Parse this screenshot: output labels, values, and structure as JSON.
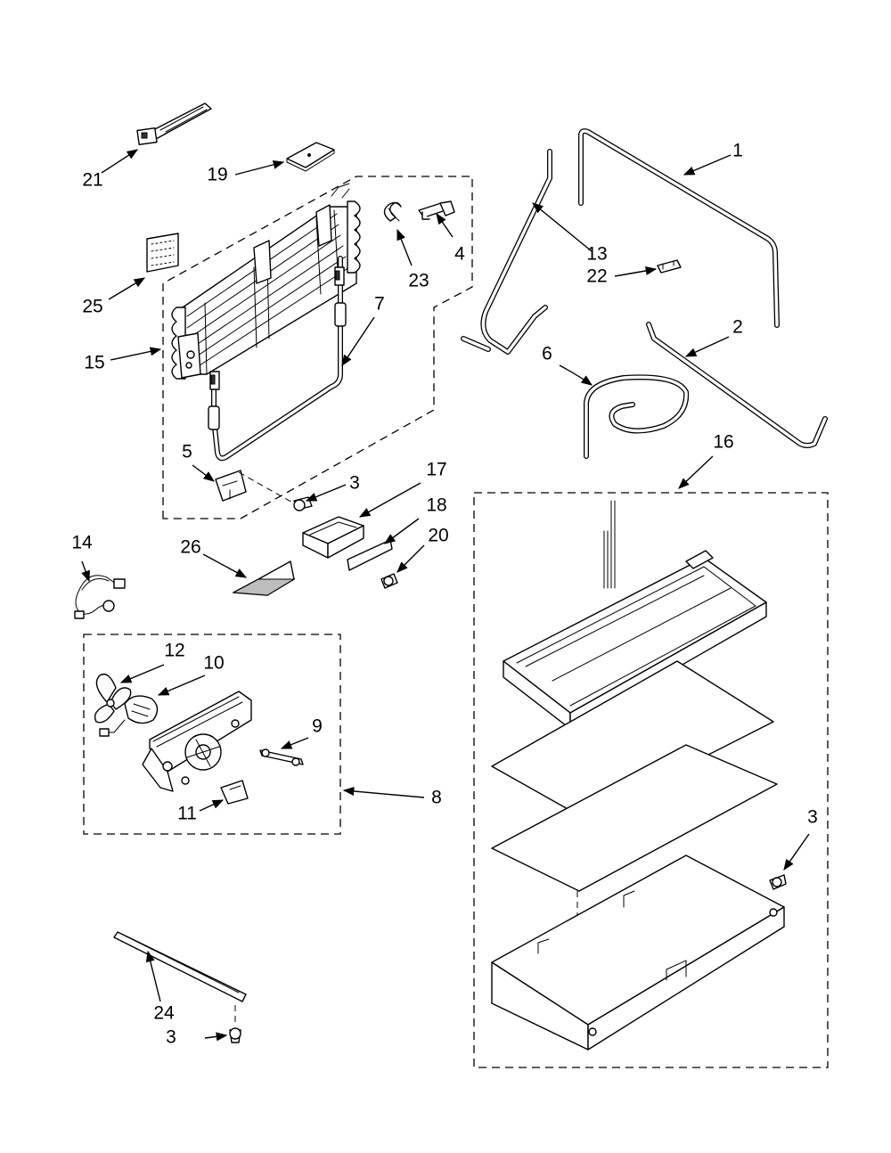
{
  "callouts": {
    "c1": "1",
    "c2": "2",
    "c3a": "3",
    "c3b": "3",
    "c3c": "3",
    "c4": "4",
    "c5": "5",
    "c6": "6",
    "c7": "7",
    "c8": "8",
    "c9": "9",
    "c10": "10",
    "c11": "11",
    "c12": "12",
    "c13": "13",
    "c14": "14",
    "c15": "15",
    "c16": "16",
    "c17": "17",
    "c18": "18",
    "c19": "19",
    "c20": "20",
    "c21": "21",
    "c22": "22",
    "c23": "23",
    "c24": "24",
    "c25": "25",
    "c26": "26"
  },
  "colors": {
    "ink": "#000000",
    "paper": "#ffffff",
    "shade": "#bdbdbd"
  }
}
